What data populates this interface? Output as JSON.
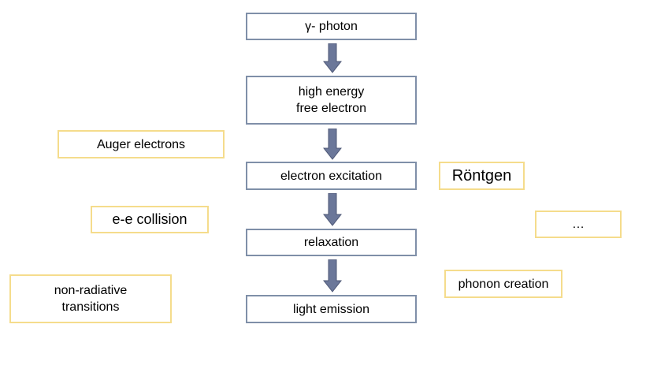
{
  "flow": {
    "step1": "γ- photon",
    "step2": "high energy\n free electron",
    "step3": "electron excitation",
    "step4": "relaxation",
    "step5": "light emission"
  },
  "side_notes": {
    "auger": "Auger electrons",
    "ee_collision": "e-e collision",
    "non_radiative": "non-radiative\ntransitions",
    "rontgen": "Röntgen",
    "ellipsis": "…",
    "phonon": "phonon creation"
  },
  "colors": {
    "main_border": "#7f8fa8",
    "side_border": "#f5dc8c",
    "arrow_fill": "#6b7799",
    "arrow_stroke": "#4d5775"
  }
}
